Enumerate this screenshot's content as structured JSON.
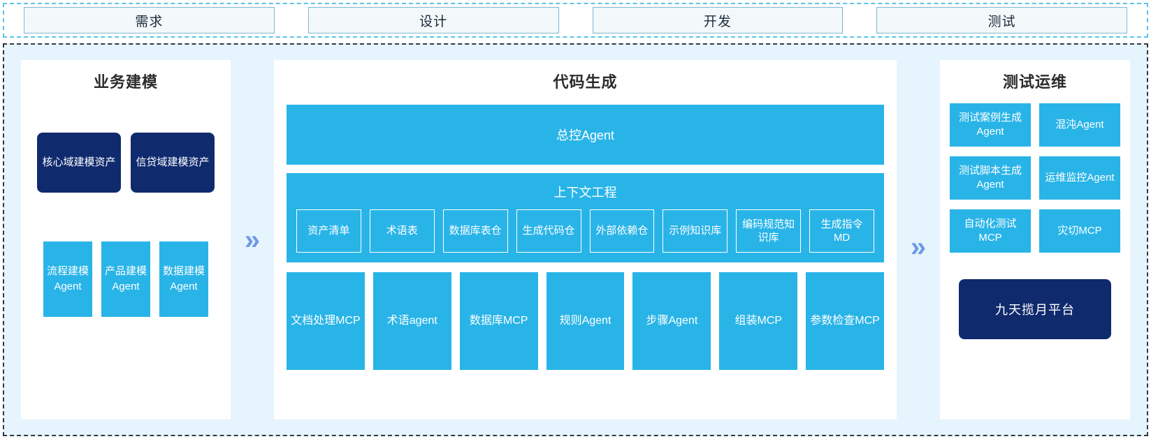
{
  "phases": [
    {
      "label": "需求"
    },
    {
      "label": "设计"
    },
    {
      "label": "开发"
    },
    {
      "label": "测试"
    }
  ],
  "chevrons": {
    "glyph": "»",
    "color": "#6f9ae8"
  },
  "colors": {
    "cyan": "#29b4e8",
    "navy": "#102a6e",
    "region_bg": "#e6f4fd",
    "panel_bg": "#ffffff",
    "phase_bg": "#f3f8fb",
    "phase_border": "#7fb6cf",
    "strip_dash": "#5bc4e8",
    "region_dash": "#2f3b46"
  },
  "left_panel": {
    "title": "业务建模",
    "assets": [
      {
        "label": "核心域建模资产"
      },
      {
        "label": "信贷域建模资产"
      }
    ],
    "agents": [
      {
        "label": "流程建模Agent"
      },
      {
        "label": "产品建模Agent"
      },
      {
        "label": "数据建模Agent"
      }
    ]
  },
  "center_panel": {
    "title": "代码生成",
    "master_agent": "总控Agent",
    "context": {
      "title": "上下文工程",
      "items": [
        {
          "label": "资产清单"
        },
        {
          "label": "术语表"
        },
        {
          "label": "数据库表仓"
        },
        {
          "label": "生成代码仓"
        },
        {
          "label": "外部依赖仓"
        },
        {
          "label": "示例知识库"
        },
        {
          "label": "编码规范知识库"
        },
        {
          "label": "生成指令MD"
        }
      ]
    },
    "tools": [
      {
        "label": "文档处理MCP"
      },
      {
        "label": "术语agent"
      },
      {
        "label": "数据库MCP"
      },
      {
        "label": "规则Agent"
      },
      {
        "label": "步骤Agent"
      },
      {
        "label": "组装MCP"
      },
      {
        "label": "参数检查MCP"
      }
    ]
  },
  "right_panel": {
    "title": "测试运维",
    "items": [
      {
        "label": "测试案例生成Agent"
      },
      {
        "label": "混沌Agent"
      },
      {
        "label": "测试脚本生成Agent"
      },
      {
        "label": "运维监控Agent"
      },
      {
        "label": "自动化测试MCP"
      },
      {
        "label": "灾切MCP"
      }
    ],
    "platform": "九天揽月平台"
  }
}
